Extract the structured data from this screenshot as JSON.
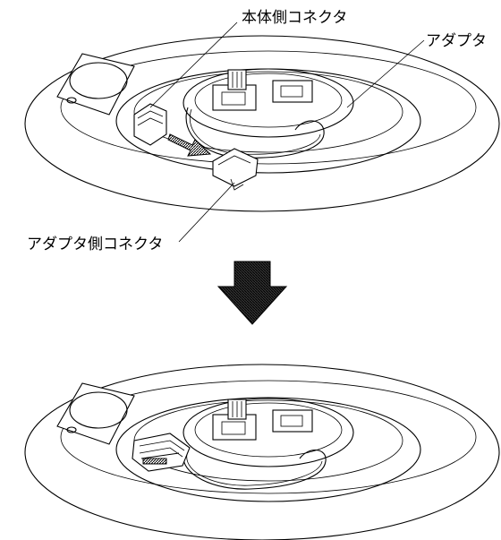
{
  "labels": {
    "main_connector": "本体側コネクタ",
    "adapter": "アダプタ",
    "adapter_connector": "アダプタ側コネクタ"
  }
}
